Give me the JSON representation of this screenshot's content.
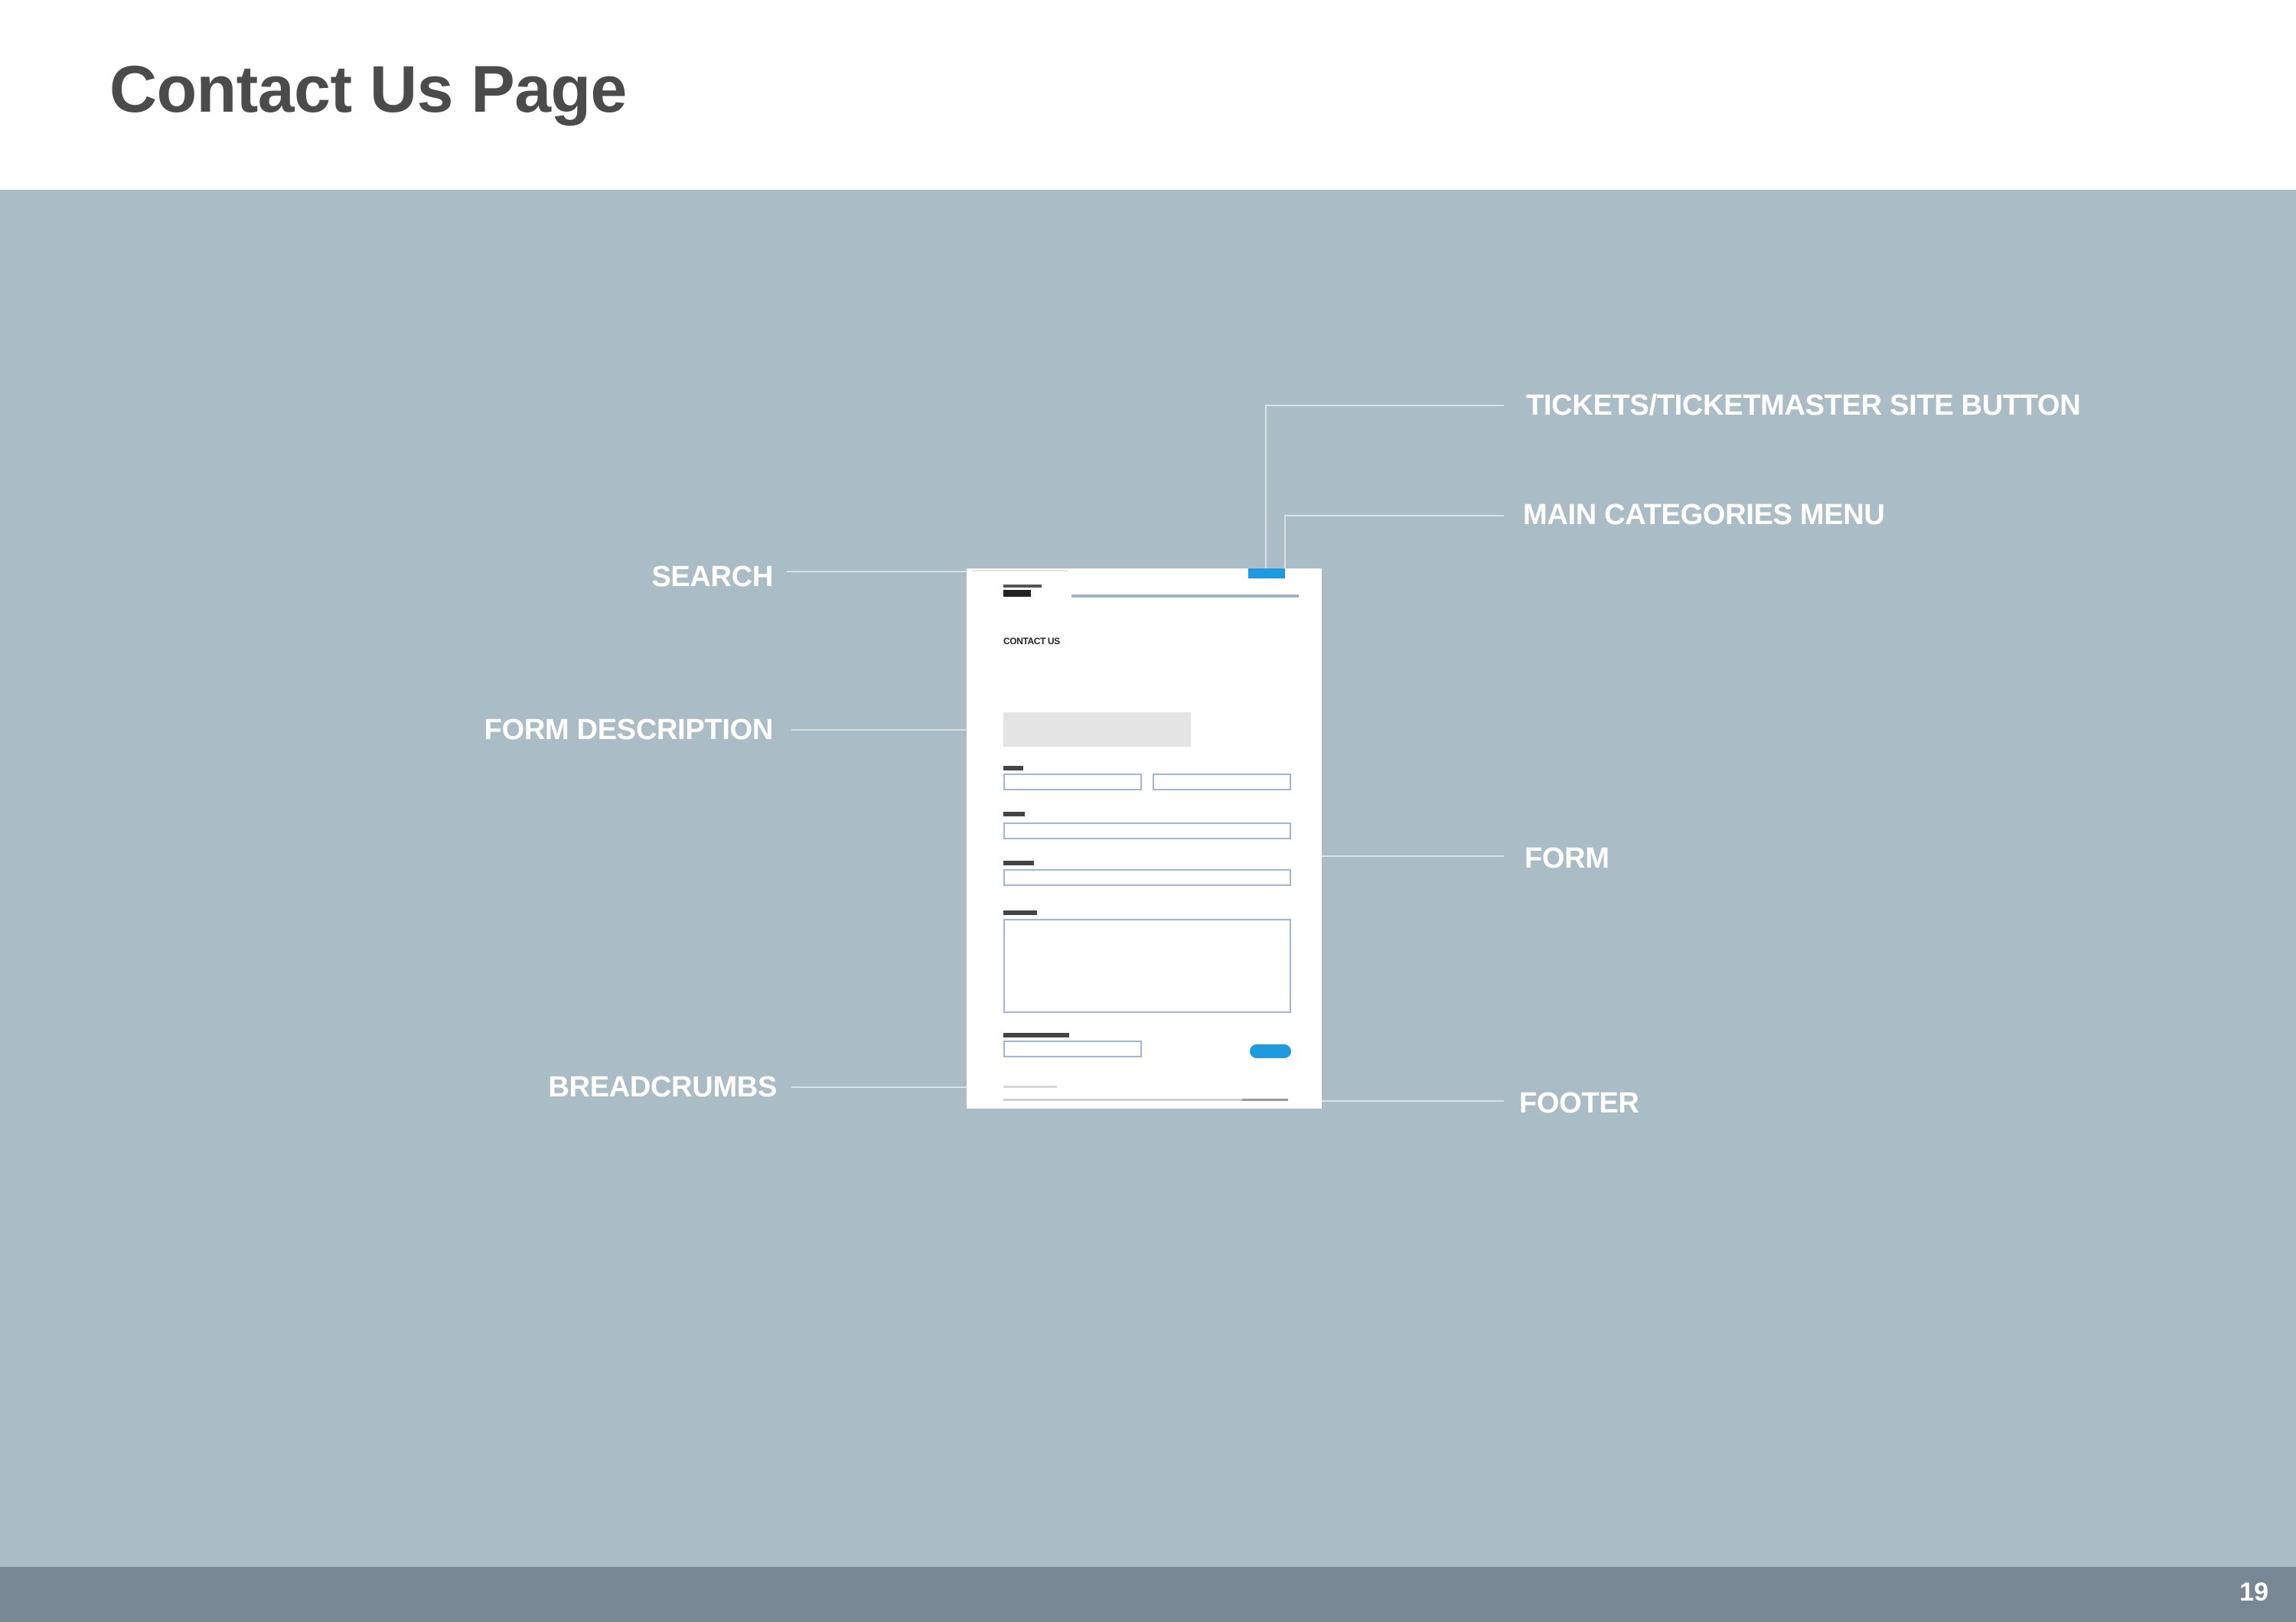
{
  "slide": {
    "title": "Contact Us Page",
    "page_number": "19"
  },
  "callouts": {
    "tickets_button": "TICKETS/TICKETMASTER SITE BUTTON",
    "main_categories_menu": "MAIN CATEGORIES MENU",
    "search": "SEARCH",
    "form_description": "FORM DESCRIPTION",
    "form": "FORM",
    "breadcrumbs": "BREADCRUMBS",
    "footer": "FOOTER"
  },
  "wireframe": {
    "page_heading": "CONTACT US"
  },
  "colors": {
    "stage_background": "#aabcc6",
    "footer_bar": "#778793",
    "accent_blue": "#1e9be0",
    "title_text": "#4b4b4b"
  }
}
